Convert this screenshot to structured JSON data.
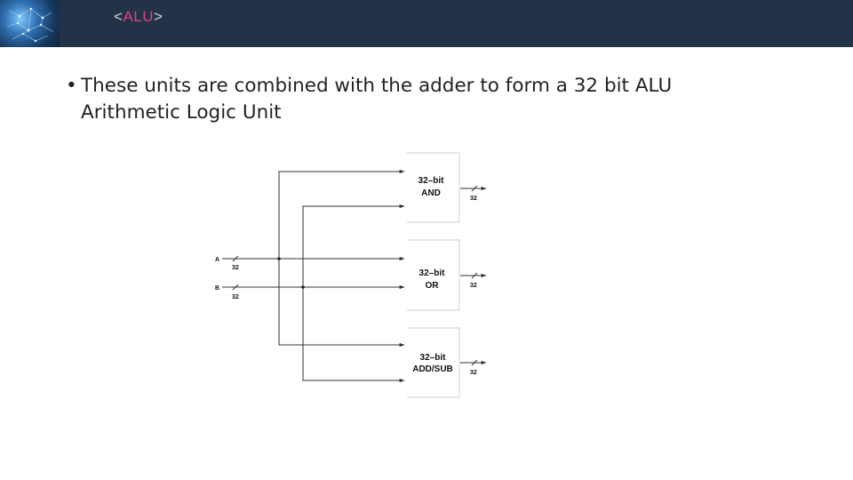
{
  "header": {
    "title_open": "<",
    "title_main": "ALU",
    "title_close": ">"
  },
  "bullet": {
    "symbol": "•",
    "line1": "These units are combined with the adder to form a 32 bit ALU",
    "line2": "Arithmetic Logic Unit"
  },
  "diagram": {
    "inputs": [
      {
        "label": "A",
        "width": "32"
      },
      {
        "label": "B",
        "width": "32"
      }
    ],
    "blocks": [
      {
        "line1": "32–bit",
        "line2": "AND",
        "out_width": "32"
      },
      {
        "line1": "32–bit",
        "line2": "OR",
        "out_width": "32"
      },
      {
        "line1": "32–bit",
        "line2": "ADD/SUB",
        "out_width": "32"
      }
    ]
  },
  "colors": {
    "header_bg": "#223247",
    "title_accent": "#e0407a",
    "title_text": "#cfd6de"
  }
}
